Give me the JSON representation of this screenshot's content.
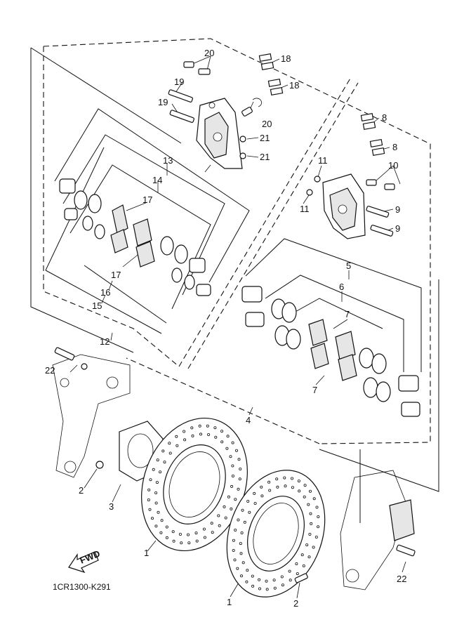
{
  "diagram": {
    "code": "1CR1300-K291",
    "fwd_label": "FWD"
  },
  "callouts": [
    {
      "id": "c1a",
      "text": "1"
    },
    {
      "id": "c1b",
      "text": "1"
    },
    {
      "id": "c2a",
      "text": "2"
    },
    {
      "id": "c2b",
      "text": "2"
    },
    {
      "id": "c3",
      "text": "3"
    },
    {
      "id": "c4",
      "text": "4"
    },
    {
      "id": "c5",
      "text": "5"
    },
    {
      "id": "c6",
      "text": "6"
    },
    {
      "id": "c7a",
      "text": "7"
    },
    {
      "id": "c7b",
      "text": "7"
    },
    {
      "id": "c8a",
      "text": "8"
    },
    {
      "id": "c8b",
      "text": "8"
    },
    {
      "id": "c9a",
      "text": "9"
    },
    {
      "id": "c9b",
      "text": "9"
    },
    {
      "id": "c10",
      "text": "10"
    },
    {
      "id": "c11a",
      "text": "11"
    },
    {
      "id": "c11b",
      "text": "11"
    },
    {
      "id": "c12",
      "text": "12"
    },
    {
      "id": "c13",
      "text": "13"
    },
    {
      "id": "c14",
      "text": "14"
    },
    {
      "id": "c15",
      "text": "15"
    },
    {
      "id": "c16",
      "text": "16"
    },
    {
      "id": "c17a",
      "text": "17"
    },
    {
      "id": "c17b",
      "text": "17"
    },
    {
      "id": "c18a",
      "text": "18"
    },
    {
      "id": "c18b",
      "text": "18"
    },
    {
      "id": "c19a",
      "text": "19"
    },
    {
      "id": "c19b",
      "text": "19"
    },
    {
      "id": "c20a",
      "text": "20"
    },
    {
      "id": "c20b",
      "text": "20"
    },
    {
      "id": "c21a",
      "text": "21"
    },
    {
      "id": "c21b",
      "text": "21"
    },
    {
      "id": "c22a",
      "text": "22"
    },
    {
      "id": "c22b",
      "text": "22"
    }
  ]
}
